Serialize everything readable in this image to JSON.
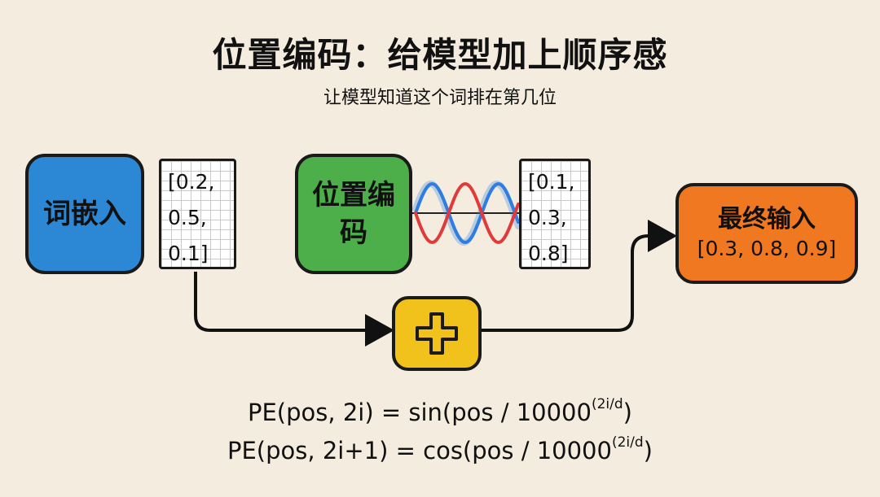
{
  "title": "位置编码：给模型加上顺序感",
  "subtitle": "让模型知道这个词排在第几位",
  "embedding": {
    "label": "词嵌入",
    "color": "#2c87d4",
    "vector": [
      "[0.2,",
      "0.5,",
      "0.1]"
    ]
  },
  "positional": {
    "label": "位置编码",
    "color": "#4caf4a",
    "vector": [
      "[0.1,",
      "0.3,",
      "0.8]"
    ]
  },
  "add": {
    "symbol": "+",
    "color": "#f1c21b"
  },
  "final": {
    "label": "最终输入",
    "color": "#f07820",
    "vector": "[0.3, 0.8, 0.9]"
  },
  "formulas": [
    {
      "left": "PE(pos, 2i) = sin(pos / 10000",
      "exponent": "(2i/d",
      "right": ")"
    },
    {
      "left": "PE(pos, 2i+1) = cos(pos / 10000",
      "exponent": "(2i/d",
      "right": ")"
    }
  ],
  "wave_colors": {
    "sin": "#2f7de1",
    "cos": "#e03a3a"
  }
}
